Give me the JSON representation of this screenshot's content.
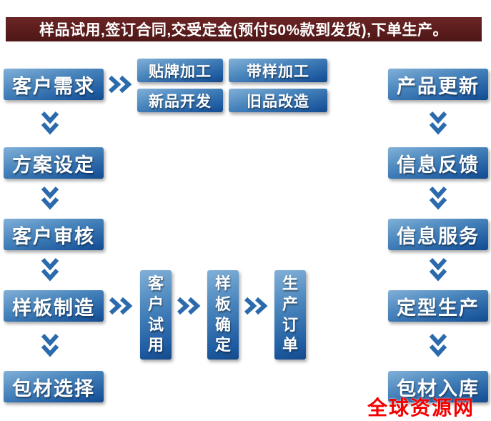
{
  "banner": {
    "text": "样品试用,签订合同,交受定金(预付50%款到发货),下单生产。"
  },
  "flow": {
    "left": [
      {
        "label": "客户需求"
      },
      {
        "label": "方案设定"
      },
      {
        "label": "客户审核"
      },
      {
        "label": "样板制造"
      },
      {
        "label": "包材选择"
      }
    ],
    "options": [
      {
        "label": "贴牌加工"
      },
      {
        "label": "带样加工"
      },
      {
        "label": "新品开发"
      },
      {
        "label": "旧品改造"
      }
    ],
    "bottom": [
      {
        "label": "客户试用"
      },
      {
        "label": "样板确定"
      },
      {
        "label": "生产订单"
      }
    ],
    "right": [
      {
        "label": "产品更新"
      },
      {
        "label": "信息反馈"
      },
      {
        "label": "信息服务"
      },
      {
        "label": "定型生产"
      },
      {
        "label": "包材入库"
      }
    ]
  },
  "watermark": {
    "text": "全球资源网"
  },
  "colors": {
    "banner_bg": "#5a1c1c",
    "box_blue_top": "#82b0d8",
    "box_blue_bottom": "#154a8a",
    "arrow_blue": "#2a6aad",
    "watermark_red": "#f40000"
  }
}
